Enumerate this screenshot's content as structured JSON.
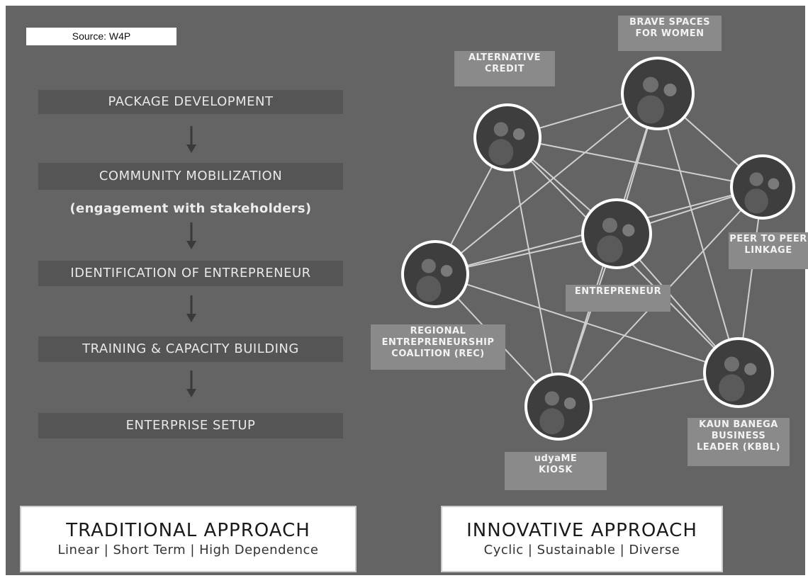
{
  "source": "Source: W4P",
  "traditional": {
    "steps": [
      "PACKAGE DEVELOPMENT",
      "COMMUNITY MOBILIZATION",
      "(engagement with stakeholders)",
      "IDENTIFICATION OF ENTREPRENEUR",
      "TRAINING & CAPACITY BUILDING",
      "ENTERPRISE SETUP"
    ],
    "title": "TRADITIONAL APPROACH",
    "subtitle": "Linear | Short Term | High Dependence"
  },
  "innovative": {
    "title": "INNOVATIVE APPROACH",
    "subtitle": "Cyclic | Sustainable | Diverse",
    "nodes": [
      {
        "id": "credit",
        "label_lines": [
          "ALTERNATIVE",
          "CREDIT"
        ]
      },
      {
        "id": "brave",
        "label_lines": [
          "BRAVE SPACES",
          "FOR WOMEN"
        ]
      },
      {
        "id": "peer",
        "label_lines": [
          "PEER TO PEER",
          "LINKAGE"
        ]
      },
      {
        "id": "entrepreneur",
        "label_lines": [
          "ENTREPRENEUR"
        ]
      },
      {
        "id": "rec",
        "label_lines": [
          "REGIONAL",
          "ENTREPRENEURSHIP",
          "COALITION (REC)"
        ]
      },
      {
        "id": "kiosk",
        "label_lines": [
          "udyaME",
          "KIOSK"
        ]
      },
      {
        "id": "kbbl",
        "label_lines": [
          "KAUN BANEGA",
          "BUSINESS",
          "LEADER (KBBL)"
        ]
      }
    ],
    "edges": [
      [
        "credit",
        "brave"
      ],
      [
        "credit",
        "peer"
      ],
      [
        "credit",
        "entrepreneur"
      ],
      [
        "credit",
        "rec"
      ],
      [
        "credit",
        "kiosk"
      ],
      [
        "credit",
        "kbbl"
      ],
      [
        "brave",
        "peer"
      ],
      [
        "brave",
        "entrepreneur"
      ],
      [
        "brave",
        "rec"
      ],
      [
        "brave",
        "kiosk"
      ],
      [
        "brave",
        "kbbl"
      ],
      [
        "peer",
        "entrepreneur"
      ],
      [
        "peer",
        "rec"
      ],
      [
        "peer",
        "kiosk"
      ],
      [
        "peer",
        "kbbl"
      ],
      [
        "entrepreneur",
        "rec"
      ],
      [
        "entrepreneur",
        "kiosk"
      ],
      [
        "entrepreneur",
        "kbbl"
      ],
      [
        "rec",
        "kiosk"
      ],
      [
        "rec",
        "kbbl"
      ],
      [
        "kiosk",
        "kbbl"
      ]
    ]
  },
  "colors": {
    "background": "#646464",
    "step_box": "#555555",
    "label_box": "#8a8a8a",
    "edge": "#d0d0d0"
  }
}
